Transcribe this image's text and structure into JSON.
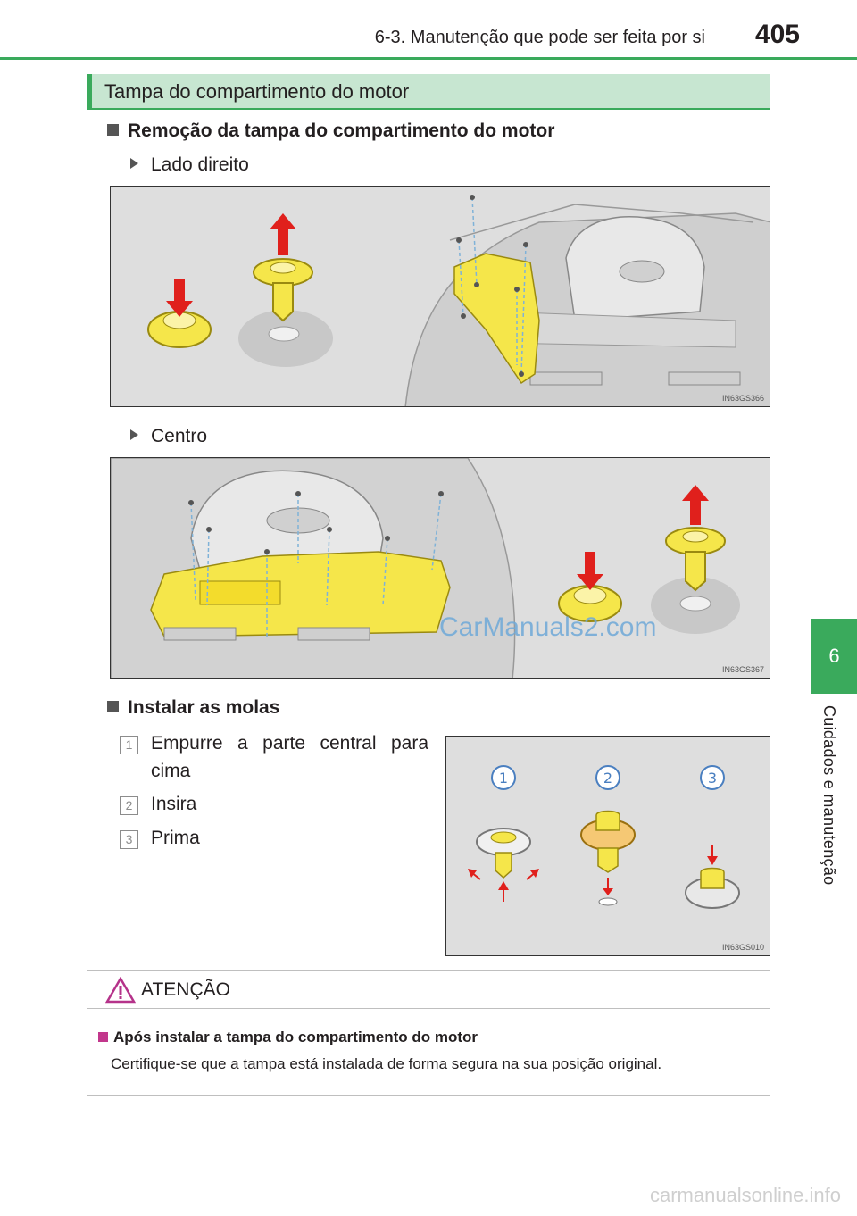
{
  "header": {
    "section": "6-3. Manutenção que pode ser feita por si",
    "page_number": "405"
  },
  "side_tab": {
    "chapter_number": "6",
    "chapter_title": "Cuidados e manutenção"
  },
  "section_title": "Tampa do compartimento do motor",
  "removal": {
    "heading": "Remoção da tampa do compartimento do motor",
    "right_side": {
      "label": "Lado direito",
      "figure_code": "IN63GS366"
    },
    "center": {
      "label": "Centro",
      "figure_code": "IN63GS367"
    }
  },
  "install": {
    "heading": "Instalar as molas",
    "steps": [
      {
        "num": "1",
        "text_line1": "Empurre a parte central para",
        "text_line2": "cima"
      },
      {
        "num": "2",
        "text_line1": "Insira"
      },
      {
        "num": "3",
        "text_line1": "Prima"
      }
    ],
    "figure_code": "IN63GS010",
    "figure_labels": [
      "1",
      "2",
      "3"
    ]
  },
  "warning": {
    "title": "ATENÇÃO",
    "subheading": "Após instalar a tampa do compartimento do motor",
    "body": "Certifique-se que a tampa está instalada de forma segura na sua posição original."
  },
  "watermark": "CarManuals2.com",
  "footer": "carmanualsonline.info",
  "colors": {
    "accent_green": "#3aaa5c",
    "section_bg": "#c7e6d1",
    "highlight_yellow": "#f5e64a",
    "arrow_red": "#e0201c",
    "warning_square": "#c2378c"
  }
}
